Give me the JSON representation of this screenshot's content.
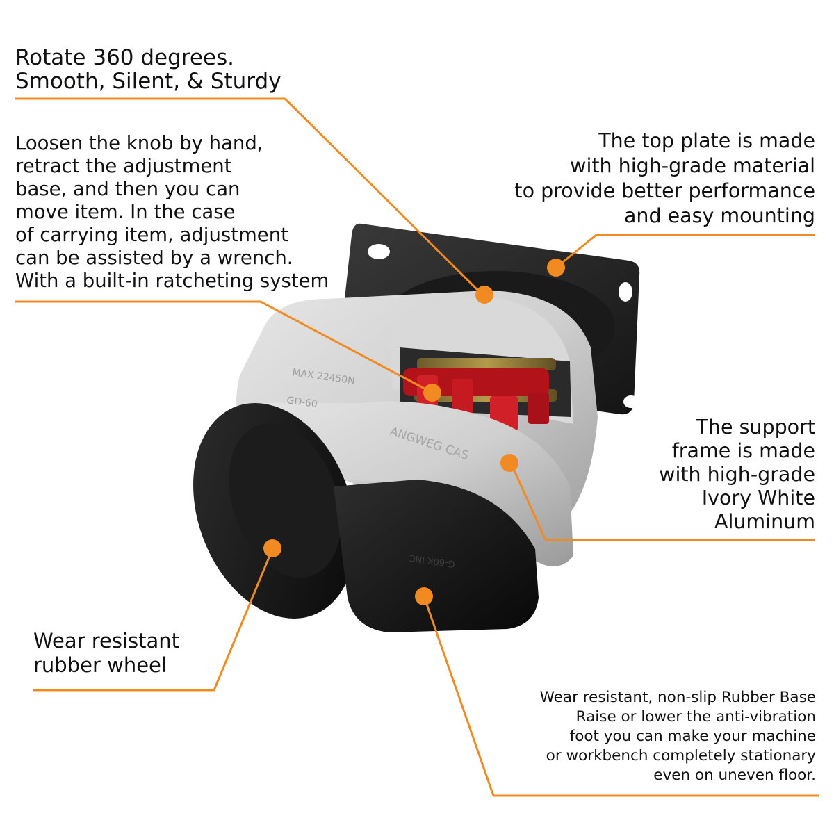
{
  "accent_color": "#f18a21",
  "callouts": {
    "rotate": "Rotate 360 degrees.\nSmooth, Silent, & Sturdy",
    "loosen": "Loosen the knob by hand,\nretract the adjustment\nbase, and then you can\nmove item. In the case\nof carrying item, adjustment\ncan be assisted by a wrench.\nWith a built-in ratcheting system",
    "top_plate": "The top plate is made\nwith high-grade material\nto provide better performance\nand easy mounting",
    "support_frame": "The support\nframe is made\nwith high-grade\nIvory White\nAluminum",
    "wheel": "Wear resistant\nrubber wheel",
    "base": "Wear resistant, non-slip Rubber Base\nRaise or lower the anti-vibration\nfoot you can make your machine\nor workbench completely stationary\neven on uneven floor."
  },
  "product_markings": {
    "brand_emboss": "ANGWEG CAS",
    "load_emboss": "MAX 22450N",
    "size_emboss": "GD-60",
    "base_emboss": "G-60K INC"
  }
}
